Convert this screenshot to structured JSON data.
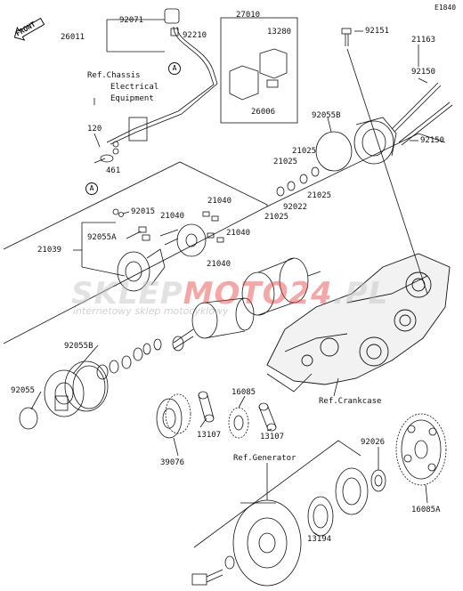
{
  "diagram_code": "E1840",
  "front_label": "FRONT",
  "watermark": {
    "part1": "SKLEP",
    "part2": "MOTO24",
    "part3": ".PL",
    "tagline": "internetowy sklep motocyklowy"
  },
  "callouts": {
    "a_top": "A",
    "a_left": "A"
  },
  "refs": {
    "chassis_line1": "Ref.Chassis",
    "chassis_line2": "Electrical",
    "chassis_line3": "Equipment",
    "crankcase": "Ref.Crankcase",
    "generator": "Ref.Generator"
  },
  "parts": {
    "p92071": "92071",
    "p26011": "26011",
    "p92210": "92210",
    "p27010": "27010",
    "p13280": "13280",
    "p26006": "26006",
    "p120": "120",
    "p461": "461",
    "p92151": "92151",
    "p21163": "21163",
    "p92150a": "92150",
    "p92150b": "92150",
    "p92055b_top": "92055B",
    "p21025a": "21025",
    "p21025b": "21025",
    "p21025c": "21025",
    "p21025d": "21025",
    "p92022": "92022",
    "p21040a": "21040",
    "p21040b": "21040",
    "p21040c": "21040",
    "p21040d": "21040",
    "p92015": "92015",
    "p92055a": "92055A",
    "p21039": "21039",
    "p92055b_left": "92055B",
    "p92055": "92055",
    "p16085": "16085",
    "p13107a": "13107",
    "p13107b": "13107",
    "p39076": "39076",
    "p92026": "92026",
    "p16085a": "16085A",
    "p13194": "13194"
  }
}
